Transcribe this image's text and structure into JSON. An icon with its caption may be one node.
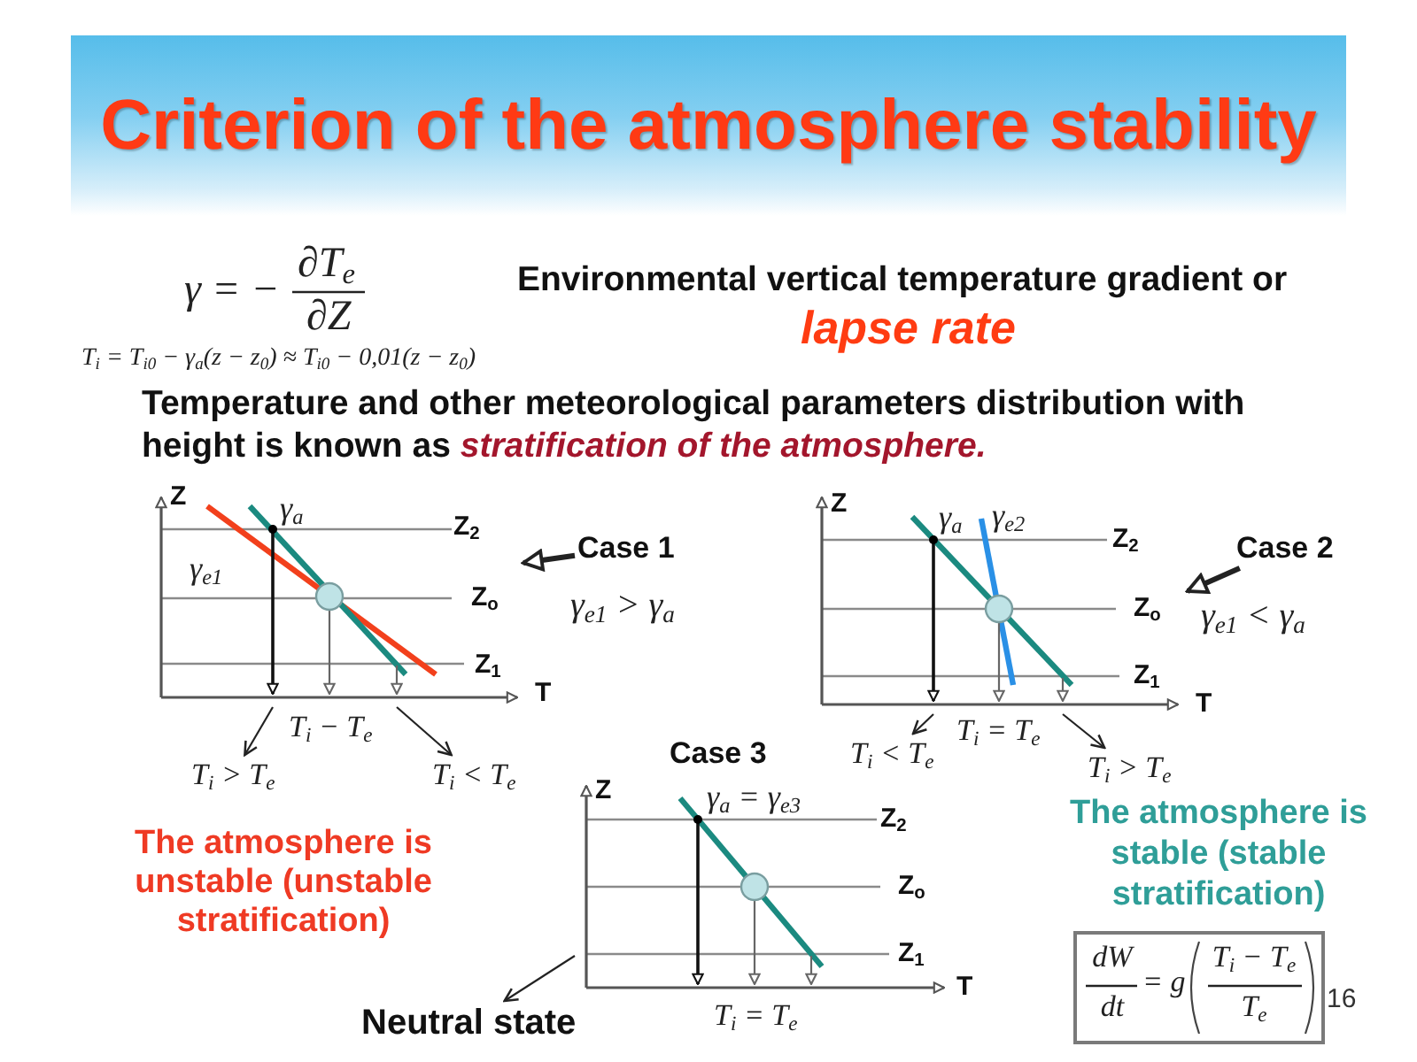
{
  "diagram": {
    "title": "Criterion of the atmosphere stability",
    "nodes": [
      {
        "text": [
          "Z",
          "γ$_{a}$",
          "Z$_{2}$",
          "γ$_{e1}$",
          "Z$_{o}$",
          "Z$_{1}$"
        ],
        "beside": [
          "T",
          "T$_{i}$ − T$_{e}$"
        ]
      },
      {
        "text": [
          "Case 1"
        ]
      },
      {
        "text": [
          "T$_{i}$ > T$_{e}$"
        ]
      },
      {
        "text": [
          "T$_{i}$ < T$_{e}$"
        ]
      },
      {
        "text": [
          "Z",
          "γ$_{a}$",
          "γ$_{e2}$",
          "Z$_{2}$",
          "Z$_{o}$",
          "Z$_{1}$"
        ],
        "beside": [
          "T",
          "T$_{i}$ = T$_{e}$"
        ]
      },
      {
        "text": [
          "Case 2"
        ]
      },
      {
        "text": [
          "T$_{i}$ < T$_{e}$"
        ]
      },
      {
        "text": [
          "T$_{i}$ > T$_{e}$"
        ]
      },
      {
        "text": [
          "Z",
          "γ$_{a}$ = γ$_{e3}$",
          "Z$_{2}$",
          "Z$_{o}$",
          "Z$_{1}$"
        ],
        "beside": [
          "T",
          "T$_{i}$ = T$_{e}$"
        ]
      },
      {
        "text": [
          "Neutral state"
        ]
      },
      {
        "text": [
          "dW",
          "dt",
          "= g",
          "T$_{i}$ − T$_{e}$",
          "T$_{e}$"
        ]
      }
    ],
    "edges": [
      {
        "from": 1,
        "to": 0,
        "arrow": "to",
        "style": "thick"
      },
      {
        "from": 0,
        "to": 2,
        "arrow": "to"
      },
      {
        "from": 0,
        "to": 3,
        "arrow": "to"
      },
      {
        "from": 5,
        "to": 4,
        "arrow": "to",
        "style": "thick"
      },
      {
        "from": 4,
        "to": 6,
        "arrow": "to"
      },
      {
        "from": 4,
        "to": 7,
        "arrow": "to"
      },
      {
        "from": 8,
        "to": 9,
        "arrow": "to"
      }
    ],
    "labels": [
      "γ = −",
      "∂T$_{e}$",
      "∂Z",
      "Environmental vertical temperature gradient or",
      "lapse rate",
      "T$_{i}$ = T$_{i0}$ − γ$_{a}$(z − z$_{0}$) ≈ T$_{i0}$ − 0,01(z − z$_{0}$)",
      "Temperature and other meteorological parameters distribution with height is known as *stratification of the atmosphere.*",
      "γ$_{e1}$ > γ$_{a}$",
      "γ$_{e1}$ < γ$_{a}$",
      "Case 3",
      "The atmosphere is unstable (unstable stratification)",
      "The atmosphere is stable (stable stratification)",
      "16"
    ]
  }
}
